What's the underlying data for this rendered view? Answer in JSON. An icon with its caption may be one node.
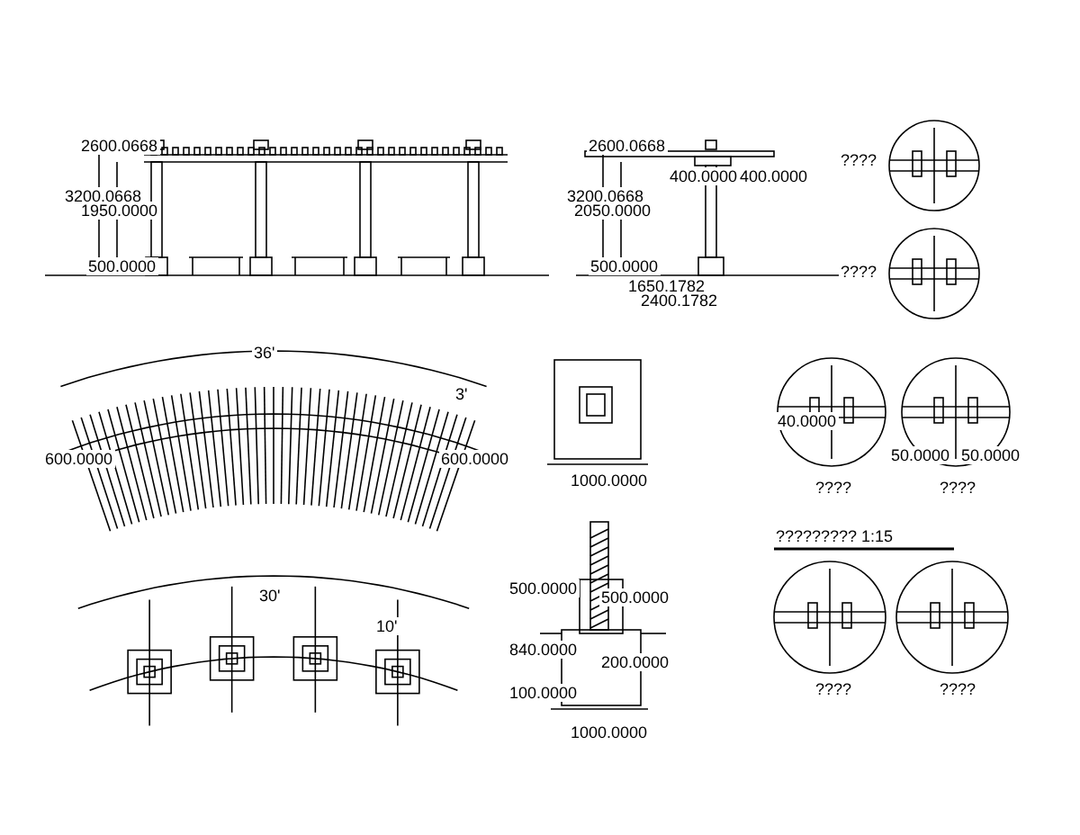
{
  "diagram": {
    "labels": [
      "2600.0668",
      "3200.0668",
      "1950.0000",
      "500.0000",
      "2600.0668",
      "3200.0668",
      "2050.0000",
      "400.0000",
      "400.0000",
      "500.0000",
      "1650.1782",
      "2400.1782",
      "????",
      "????",
      "36'",
      "3'",
      "600.0000",
      "600.0000",
      "1000.0000",
      "500.0000",
      "500.0000",
      "840.0000",
      "200.0000",
      "100.0000",
      "1000.0000",
      "30'",
      "10'",
      "40.0000",
      "50.0000",
      "50.0000",
      "????",
      "????",
      "????????? 1:15",
      "????",
      "????"
    ]
  }
}
